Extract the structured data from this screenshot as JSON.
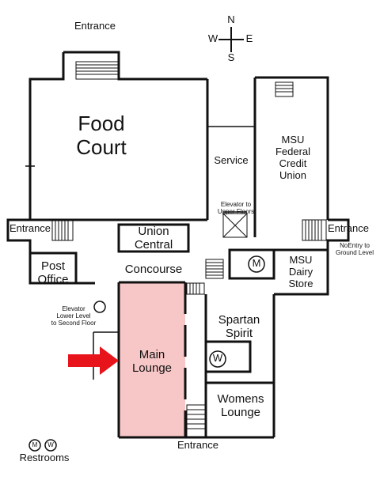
{
  "compass": {
    "n": "N",
    "s": "S",
    "e": "E",
    "w": "W"
  },
  "rooms": {
    "food_court": "Food\nCourt",
    "service": "Service",
    "credit_union": "MSU\nFederal\nCredit\nUnion",
    "union_central": "Union\nCentral",
    "concourse": "Concourse",
    "post_office": "Post\nOffice",
    "dairy_store": "MSU\nDairy Store",
    "spartan_spirit": "Spartan\nSpirit",
    "main_lounge": "Main\nLounge",
    "womens_lounge": "Womens\nLounge"
  },
  "labels": {
    "entrance_top": "Entrance",
    "entrance_left": "Entrance",
    "entrance_right": "Entrance",
    "entrance_bottom": "Entrance",
    "elevator_upper": "Elevator to\nUpper Floors",
    "elevator_lower": "Elevator\nLower Level\nto Second Floor",
    "no_entry": "NoEntry to\nGround Level",
    "restrooms": "Restrooms"
  },
  "symbols": {
    "men": "M",
    "women": "W"
  },
  "colors": {
    "highlight": "#f7c6c6",
    "arrow": "#e8141b",
    "walls": "#111111"
  }
}
